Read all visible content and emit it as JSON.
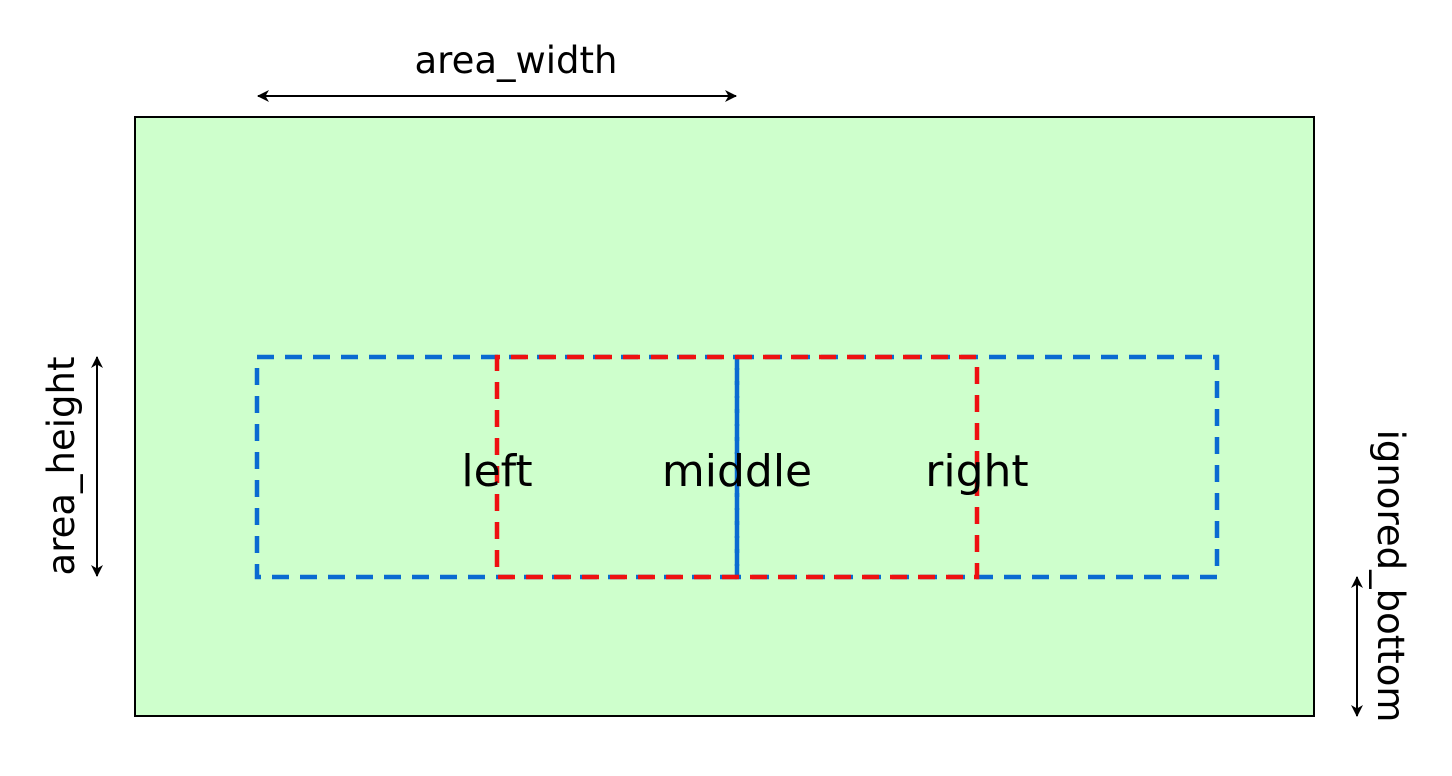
{
  "labels": {
    "area_width": "area_width",
    "area_height": "area_height",
    "ignored_bottom": "ignored_bottom",
    "left": "left",
    "middle": "middle",
    "right": "right"
  },
  "colors": {
    "area_fill": "#ceffcc",
    "area_stroke": "#000000",
    "blue_dashes": "#0a6bd1",
    "red_dashes": "#ee1111",
    "arrows": "#000000"
  }
}
